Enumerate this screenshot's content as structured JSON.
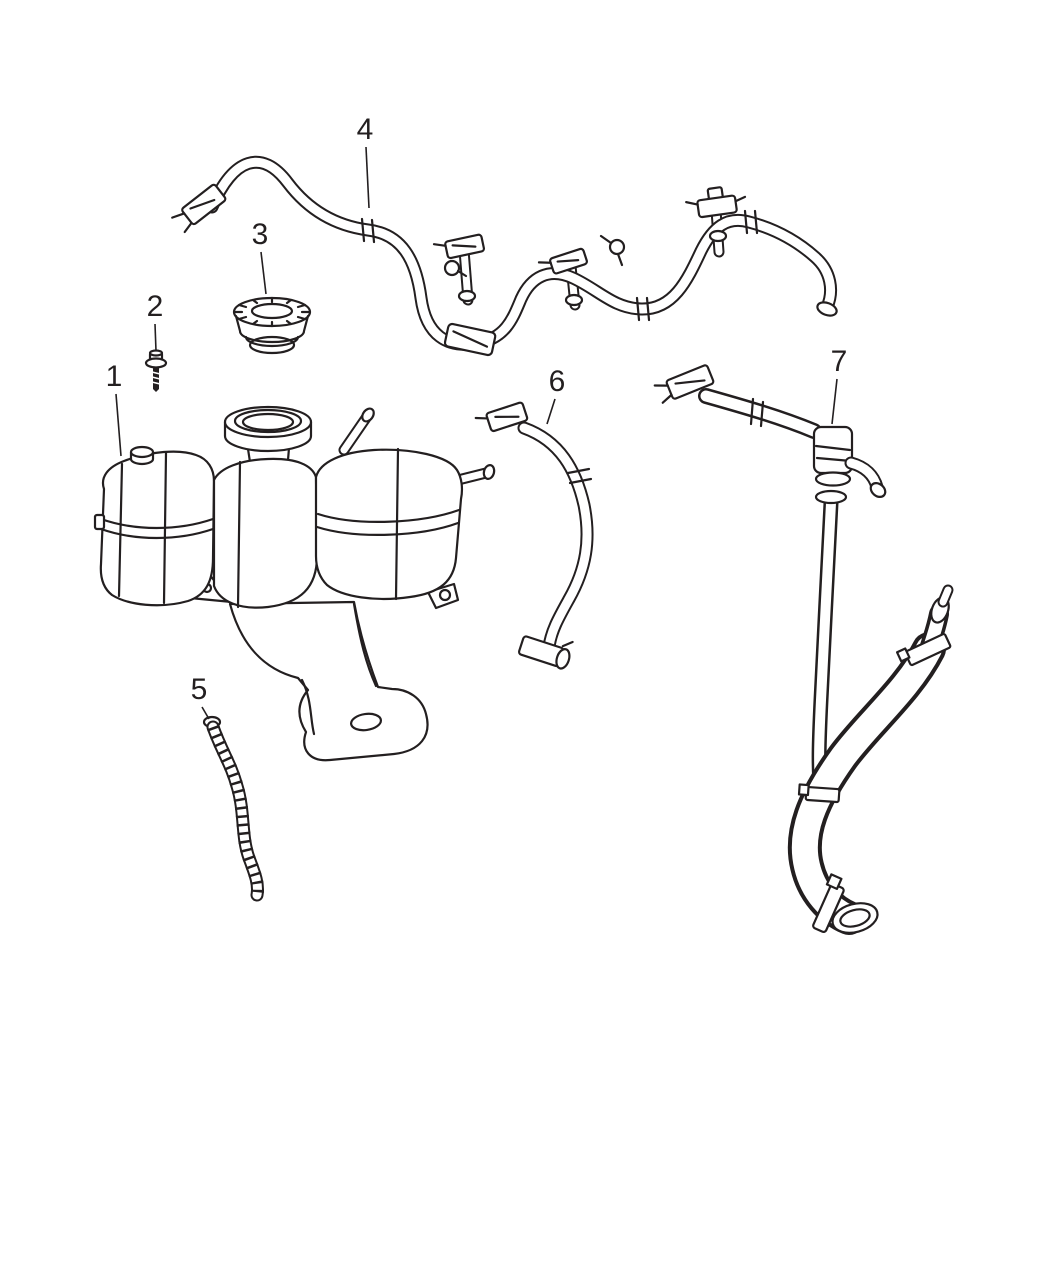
{
  "diagram": {
    "callouts": [
      {
        "label": "1"
      },
      {
        "label": "2"
      },
      {
        "label": "3"
      },
      {
        "label": "4"
      },
      {
        "label": "5"
      },
      {
        "label": "6"
      },
      {
        "label": "7"
      }
    ],
    "colors": {
      "line": "#231f20",
      "background": "#ffffff"
    }
  }
}
